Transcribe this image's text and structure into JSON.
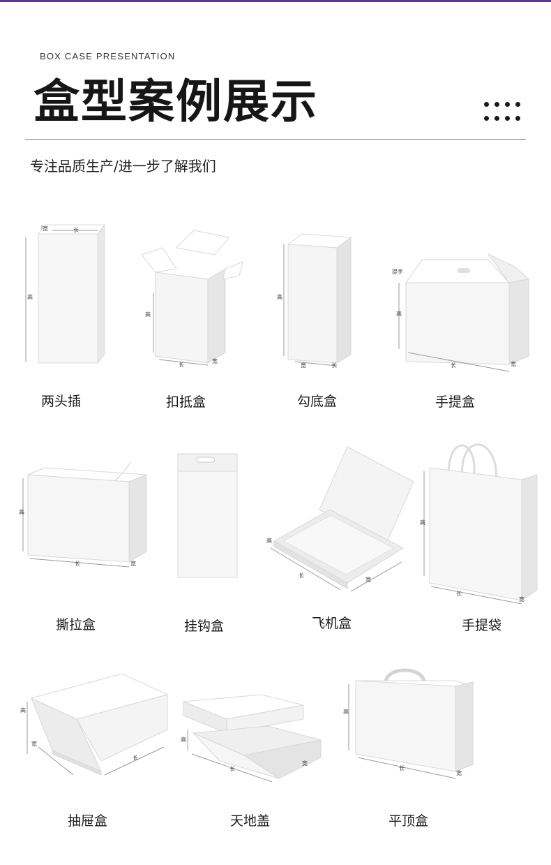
{
  "header": {
    "kicker": "BOX CASE PRESENTATION",
    "title": "盒型案例展示",
    "subtitle": "专注品质生产/进一步了解我们"
  },
  "dimension_labels": {
    "width": "宽",
    "length": "长",
    "height": "高",
    "handle": "提手"
  },
  "boxes": [
    {
      "label": "两头插"
    },
    {
      "label": "扣抵盒"
    },
    {
      "label": "勾底盒"
    },
    {
      "label": "手提盒"
    },
    {
      "label": "撕拉盒"
    },
    {
      "label": "挂钩盒"
    },
    {
      "label": "飞机盒"
    },
    {
      "label": "手提袋"
    },
    {
      "label": "抽屉盒"
    },
    {
      "label": "天地盖"
    },
    {
      "label": "平顶盒"
    }
  ],
  "colors": {
    "accent": "#5b3a86",
    "box_face": "#f7f7f7",
    "box_shade": "#e6e6e6",
    "line": "#999999"
  }
}
